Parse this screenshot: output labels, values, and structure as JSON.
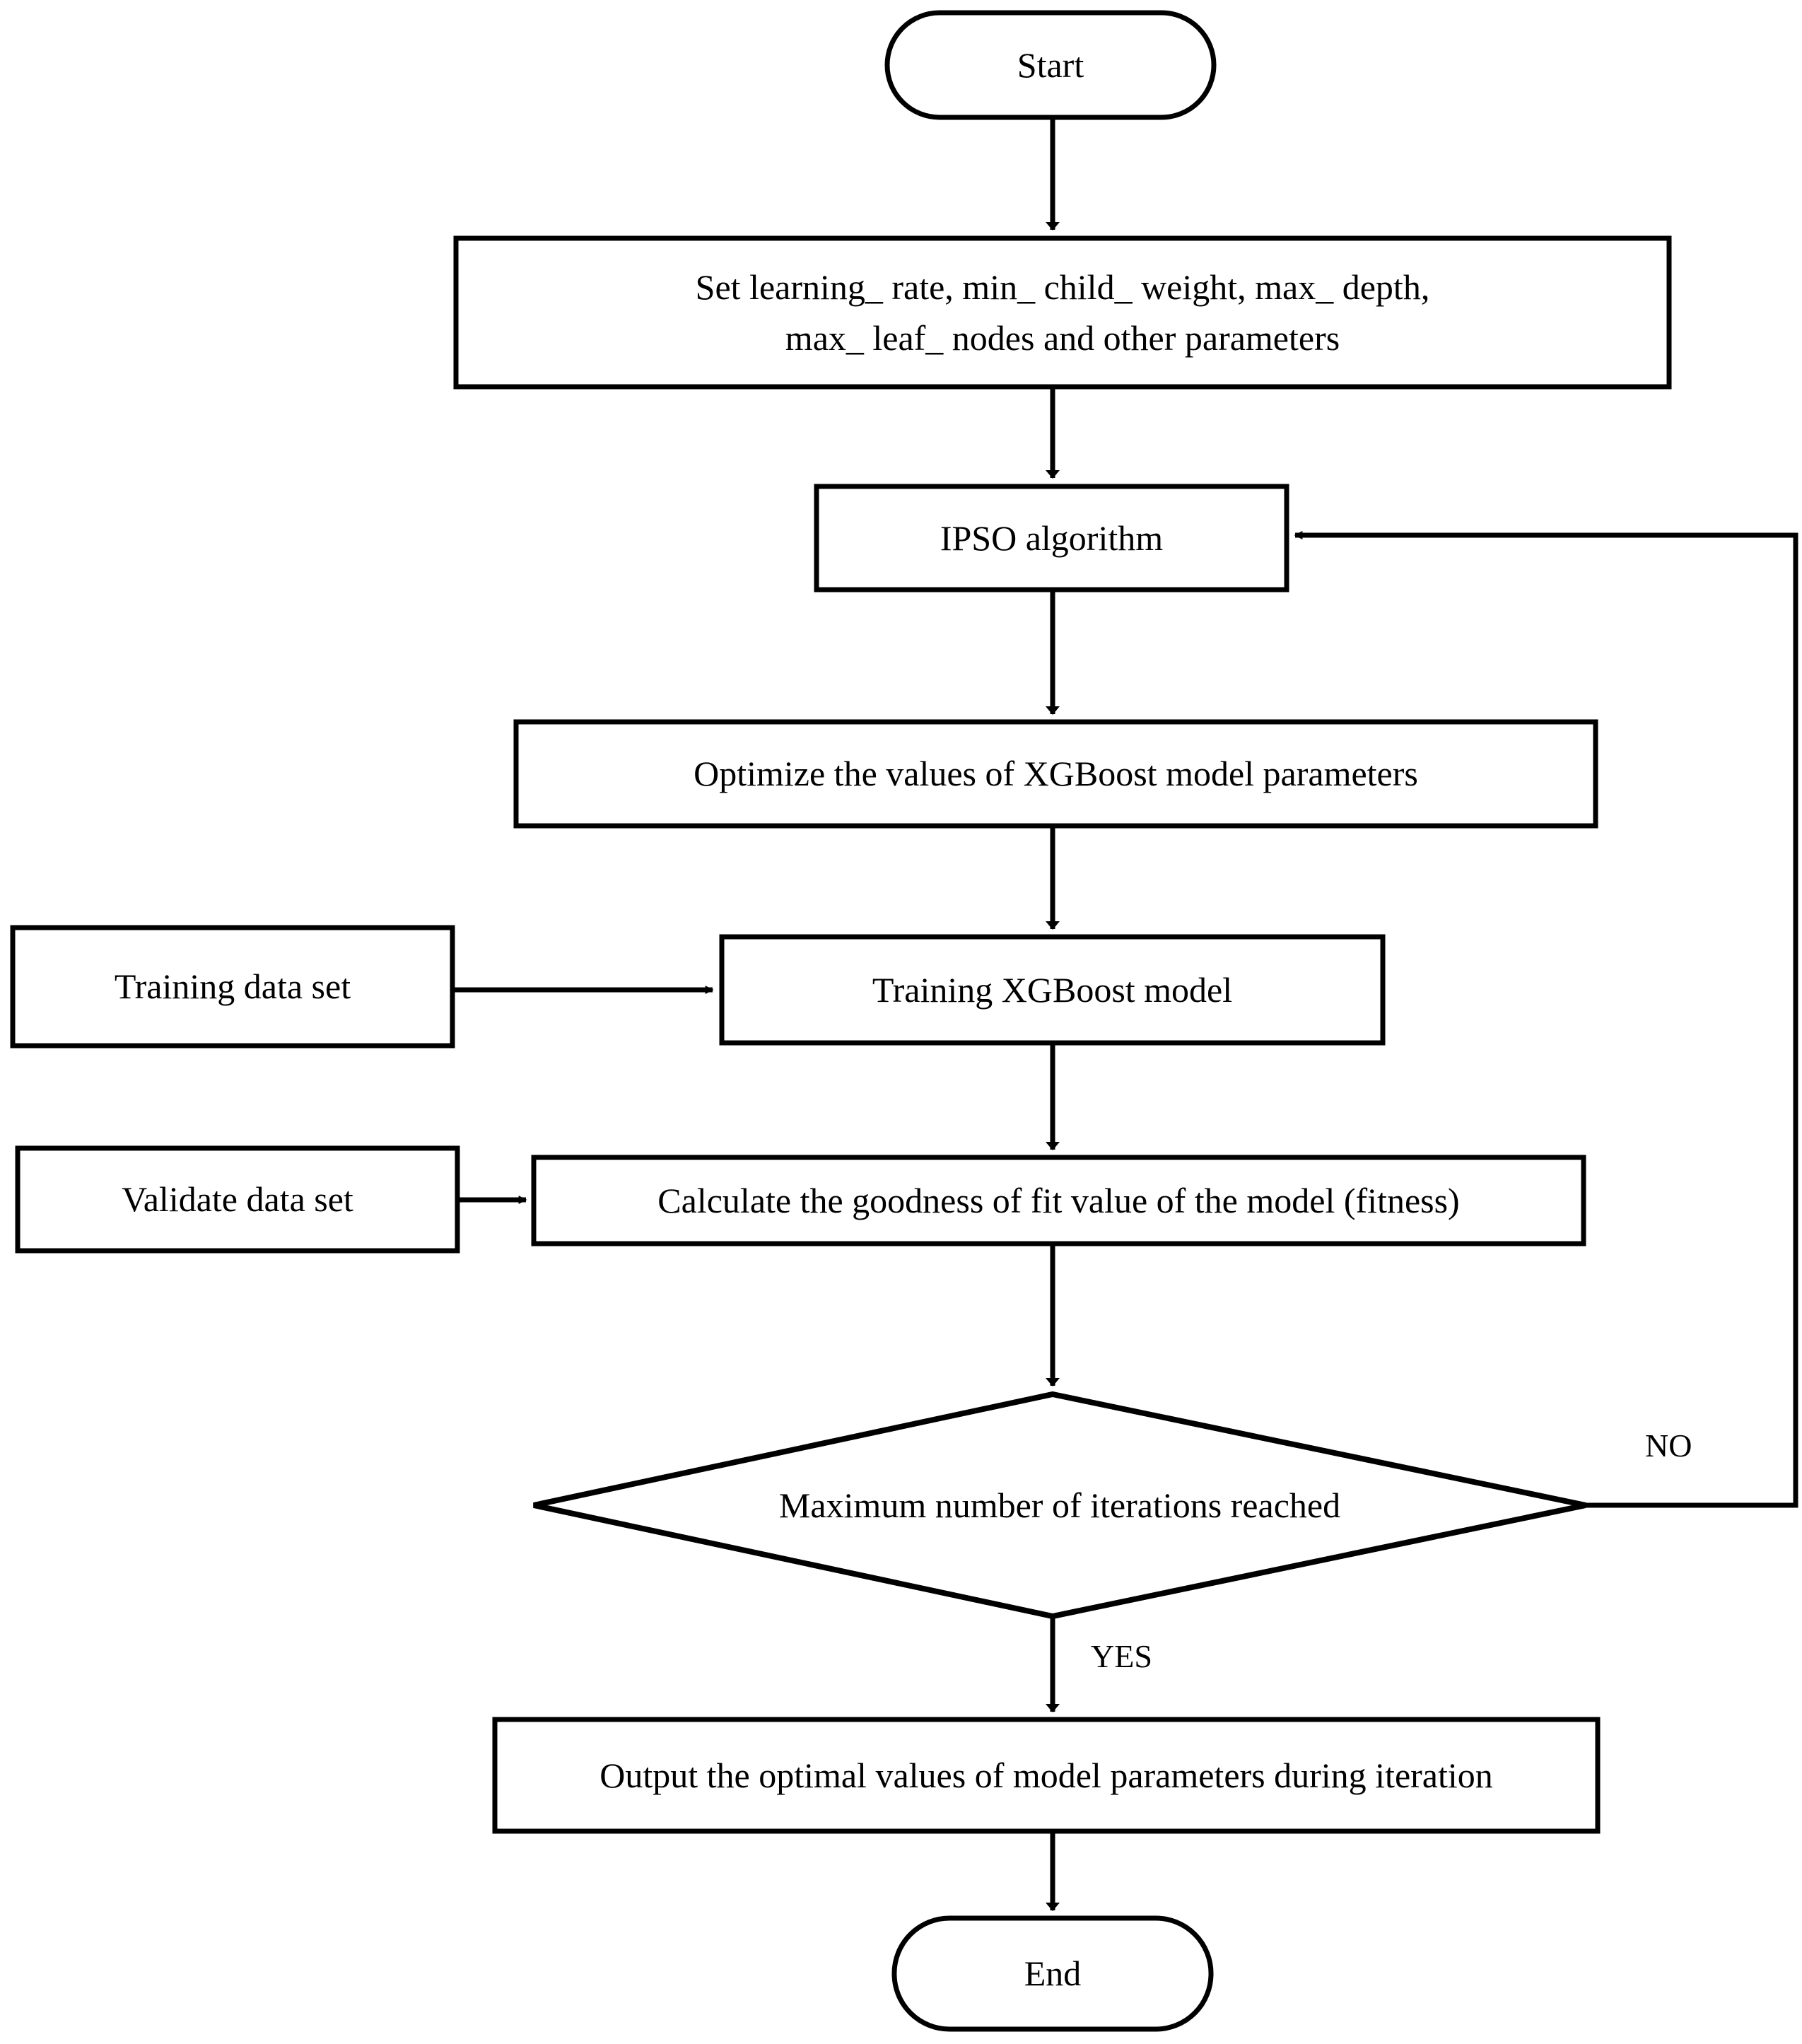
{
  "diagram": {
    "title": "IPSO-XGBoost parameter optimization flowchart",
    "stroke_color": "#000000",
    "fill_color": "#ffffff",
    "nodes": [
      {
        "id": "start",
        "shape": "terminal",
        "label": "Start"
      },
      {
        "id": "set_params",
        "shape": "process",
        "label": "Set learning_ rate, min_ child_ weight, max_ depth,\nmax_ leaf_ nodes and other parameters"
      },
      {
        "id": "ipso",
        "shape": "process",
        "label": "IPSO algorithm"
      },
      {
        "id": "optimize",
        "shape": "process",
        "label": "Optimize the values of XGBoost model parameters"
      },
      {
        "id": "train_data",
        "shape": "process",
        "label": "Training data set"
      },
      {
        "id": "train_model",
        "shape": "process",
        "label": "Training XGBoost model"
      },
      {
        "id": "valid_data",
        "shape": "process",
        "label": "Validate data set"
      },
      {
        "id": "fitness",
        "shape": "process",
        "label": "Calculate the goodness of fit value of the model (fitness)"
      },
      {
        "id": "decision",
        "shape": "decision",
        "label": "Maximum number of iterations reached"
      },
      {
        "id": "output",
        "shape": "process",
        "label": "Output the optimal values of model parameters during iteration"
      },
      {
        "id": "end",
        "shape": "terminal",
        "label": "End"
      }
    ],
    "edge_labels": {
      "no": "NO",
      "yes": "YES"
    }
  }
}
